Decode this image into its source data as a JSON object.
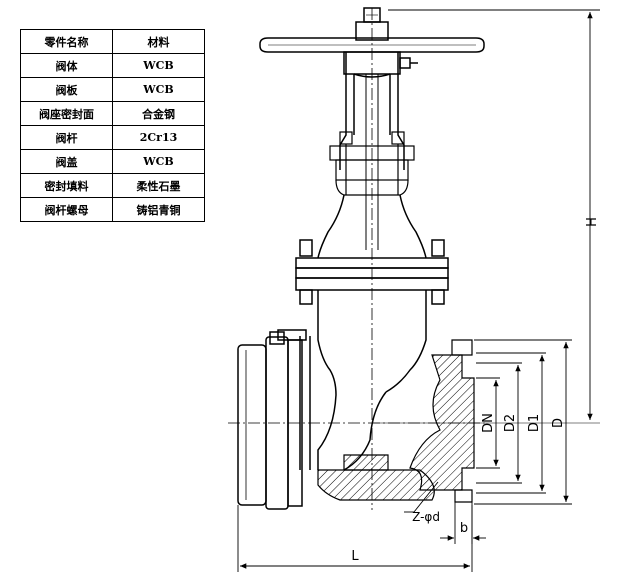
{
  "materials_table": {
    "header": [
      "零件名称",
      "材料"
    ],
    "rows": [
      [
        "阀体",
        "WCB"
      ],
      [
        "阀板",
        "WCB"
      ],
      [
        "阀座密封面",
        "合金钢"
      ],
      [
        "阀杆",
        "2Cr13"
      ],
      [
        "阀盖",
        "WCB"
      ],
      [
        "密封填料",
        "柔性石墨"
      ],
      [
        "阀杆螺母",
        "铸铝青铜"
      ]
    ]
  },
  "dimension_labels": {
    "height": "H",
    "length": "L",
    "dn": "DN",
    "d2": "D2",
    "d1": "D1",
    "d": "D",
    "bolt_holes": "Z-φd",
    "flange_thickness": "b"
  }
}
